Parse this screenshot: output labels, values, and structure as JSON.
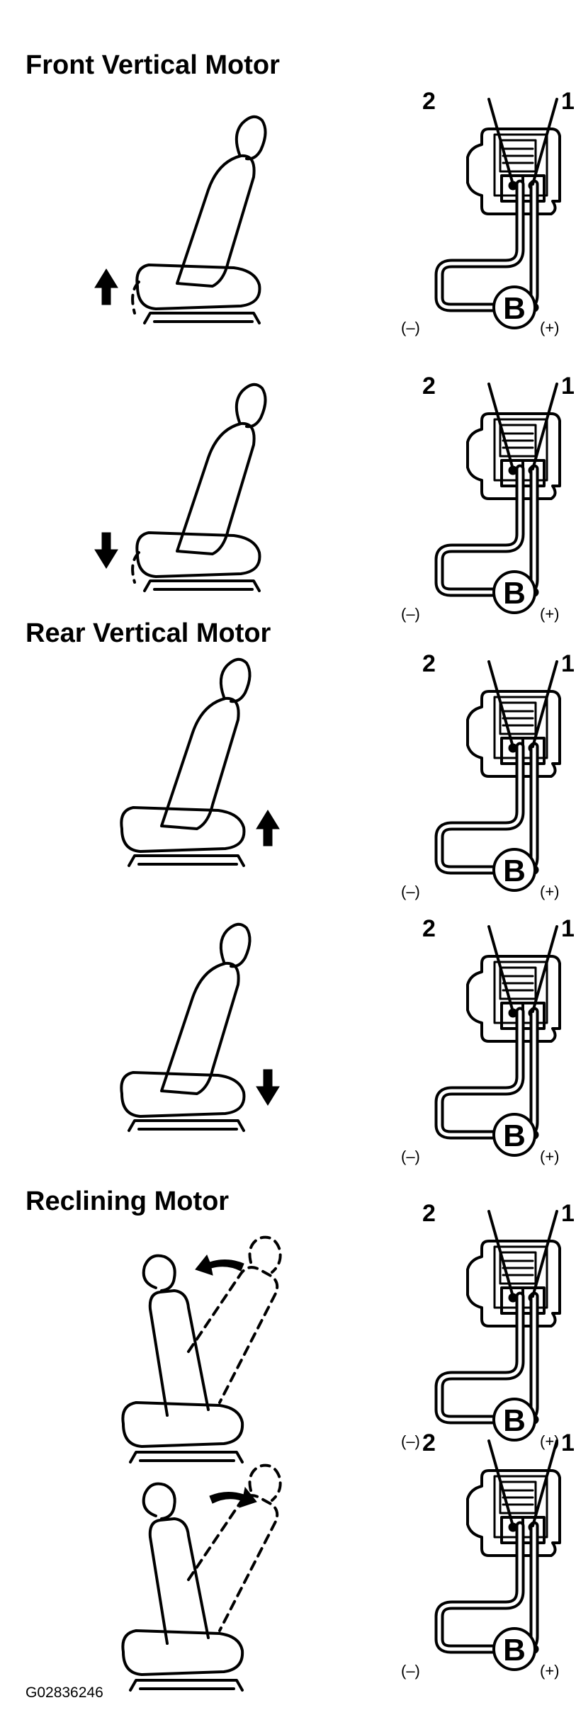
{
  "sections": [
    {
      "title": "Front Vertical Motor",
      "panels": [
        {
          "arrow": "up",
          "connector": {
            "pin_left": "2",
            "pin_right": "1"
          },
          "battery": {
            "label": "B",
            "neg": "(–)",
            "pos": "(+)"
          }
        },
        {
          "arrow": "down",
          "connector": {
            "pin_left": "2",
            "pin_right": "1"
          },
          "battery": {
            "label": "B",
            "neg": "(–)",
            "pos": "(+)"
          }
        }
      ]
    },
    {
      "title": "Rear Vertical Motor",
      "panels": [
        {
          "arrow": "up",
          "connector": {
            "pin_left": "2",
            "pin_right": "1"
          },
          "battery": {
            "label": "B",
            "neg": "(–)",
            "pos": "(+)"
          }
        },
        {
          "arrow": "down",
          "connector": {
            "pin_left": "2",
            "pin_right": "1"
          },
          "battery": {
            "label": "B",
            "neg": "(–)",
            "pos": "(+)"
          }
        }
      ]
    },
    {
      "title": "Reclining Motor",
      "panels": [
        {
          "arrow": "forward",
          "connector": {
            "pin_left": "2",
            "pin_right": "1"
          },
          "battery": {
            "label": "B",
            "neg": "(–)",
            "pos": "(+)"
          }
        },
        {
          "arrow": "backward",
          "connector": {
            "pin_left": "2",
            "pin_right": "1"
          },
          "battery": {
            "label": "B",
            "neg": "(–)",
            "pos": "(+)"
          }
        }
      ]
    }
  ],
  "figure_code": "G02836246",
  "colors": {
    "ink": "#000000",
    "paper": "#ffffff"
  }
}
